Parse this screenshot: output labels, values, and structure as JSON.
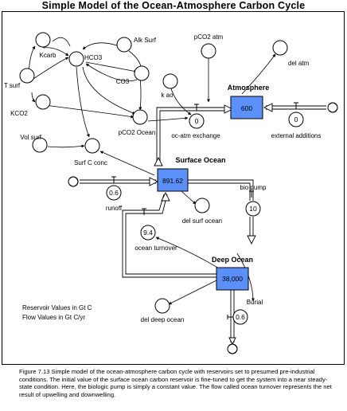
{
  "title": "Simple Model of the Ocean-Atmosphere Carbon Cycle",
  "stocks": {
    "atmosphere": {
      "label": "Atmosphere",
      "value": "600"
    },
    "surface_ocean": {
      "label": "Surface Ocean",
      "value": "891.62"
    },
    "deep_ocean": {
      "label": "Deep Ocean",
      "value": "38,000"
    }
  },
  "converters": {
    "kcarb": "Kcarb",
    "hco3": "HCO3",
    "alk_surf": "Alk Surf",
    "co3": "CO3",
    "t_surf": "T surf",
    "kco2": "KCO2",
    "pco2_ocean": "pCO2 Ocean",
    "pco2_atm": "pCO2 atm",
    "del_atm": "del atm",
    "k_ao": "k ao",
    "vol_surf": "Vol surf",
    "surf_c_conc": "Surf C conc",
    "del_surf_ocean": "del surf ocean",
    "del_deep_ocean": "del deep ocean"
  },
  "flows": {
    "oc_atm_exchange": {
      "label": "oc-atm exchange",
      "value": "0"
    },
    "external_additions": {
      "label": "external additions",
      "value": "0"
    },
    "runoff": {
      "label": "runoff",
      "value": "0.6"
    },
    "bio_pump": {
      "label": "bio pump",
      "value": "10"
    },
    "ocean_turnover": {
      "label": "ocean turnover",
      "value": "9.4"
    },
    "burial": {
      "label": "Burial",
      "value": "0.6"
    }
  },
  "units_note": [
    "Reservoir Values in Gt C",
    "Flow Values in Gt C/yr"
  ],
  "caption": "Figure 7.13  Simple model of the ocean-atmosphere carbon cycle with reservoirs set to presumed pre-industrial conditions.  The initial value of the surface ocean carbon reservoir is fine-tuned to get the system into a near steady-state condition.  Here, the biologic pump is simply a constant value.  The flow called ocean turnover represents the net result of upwelling and downwelling.",
  "colors": {
    "stock_fill": "#5b8ff9",
    "line": "#000000",
    "background": "#ffffff"
  }
}
